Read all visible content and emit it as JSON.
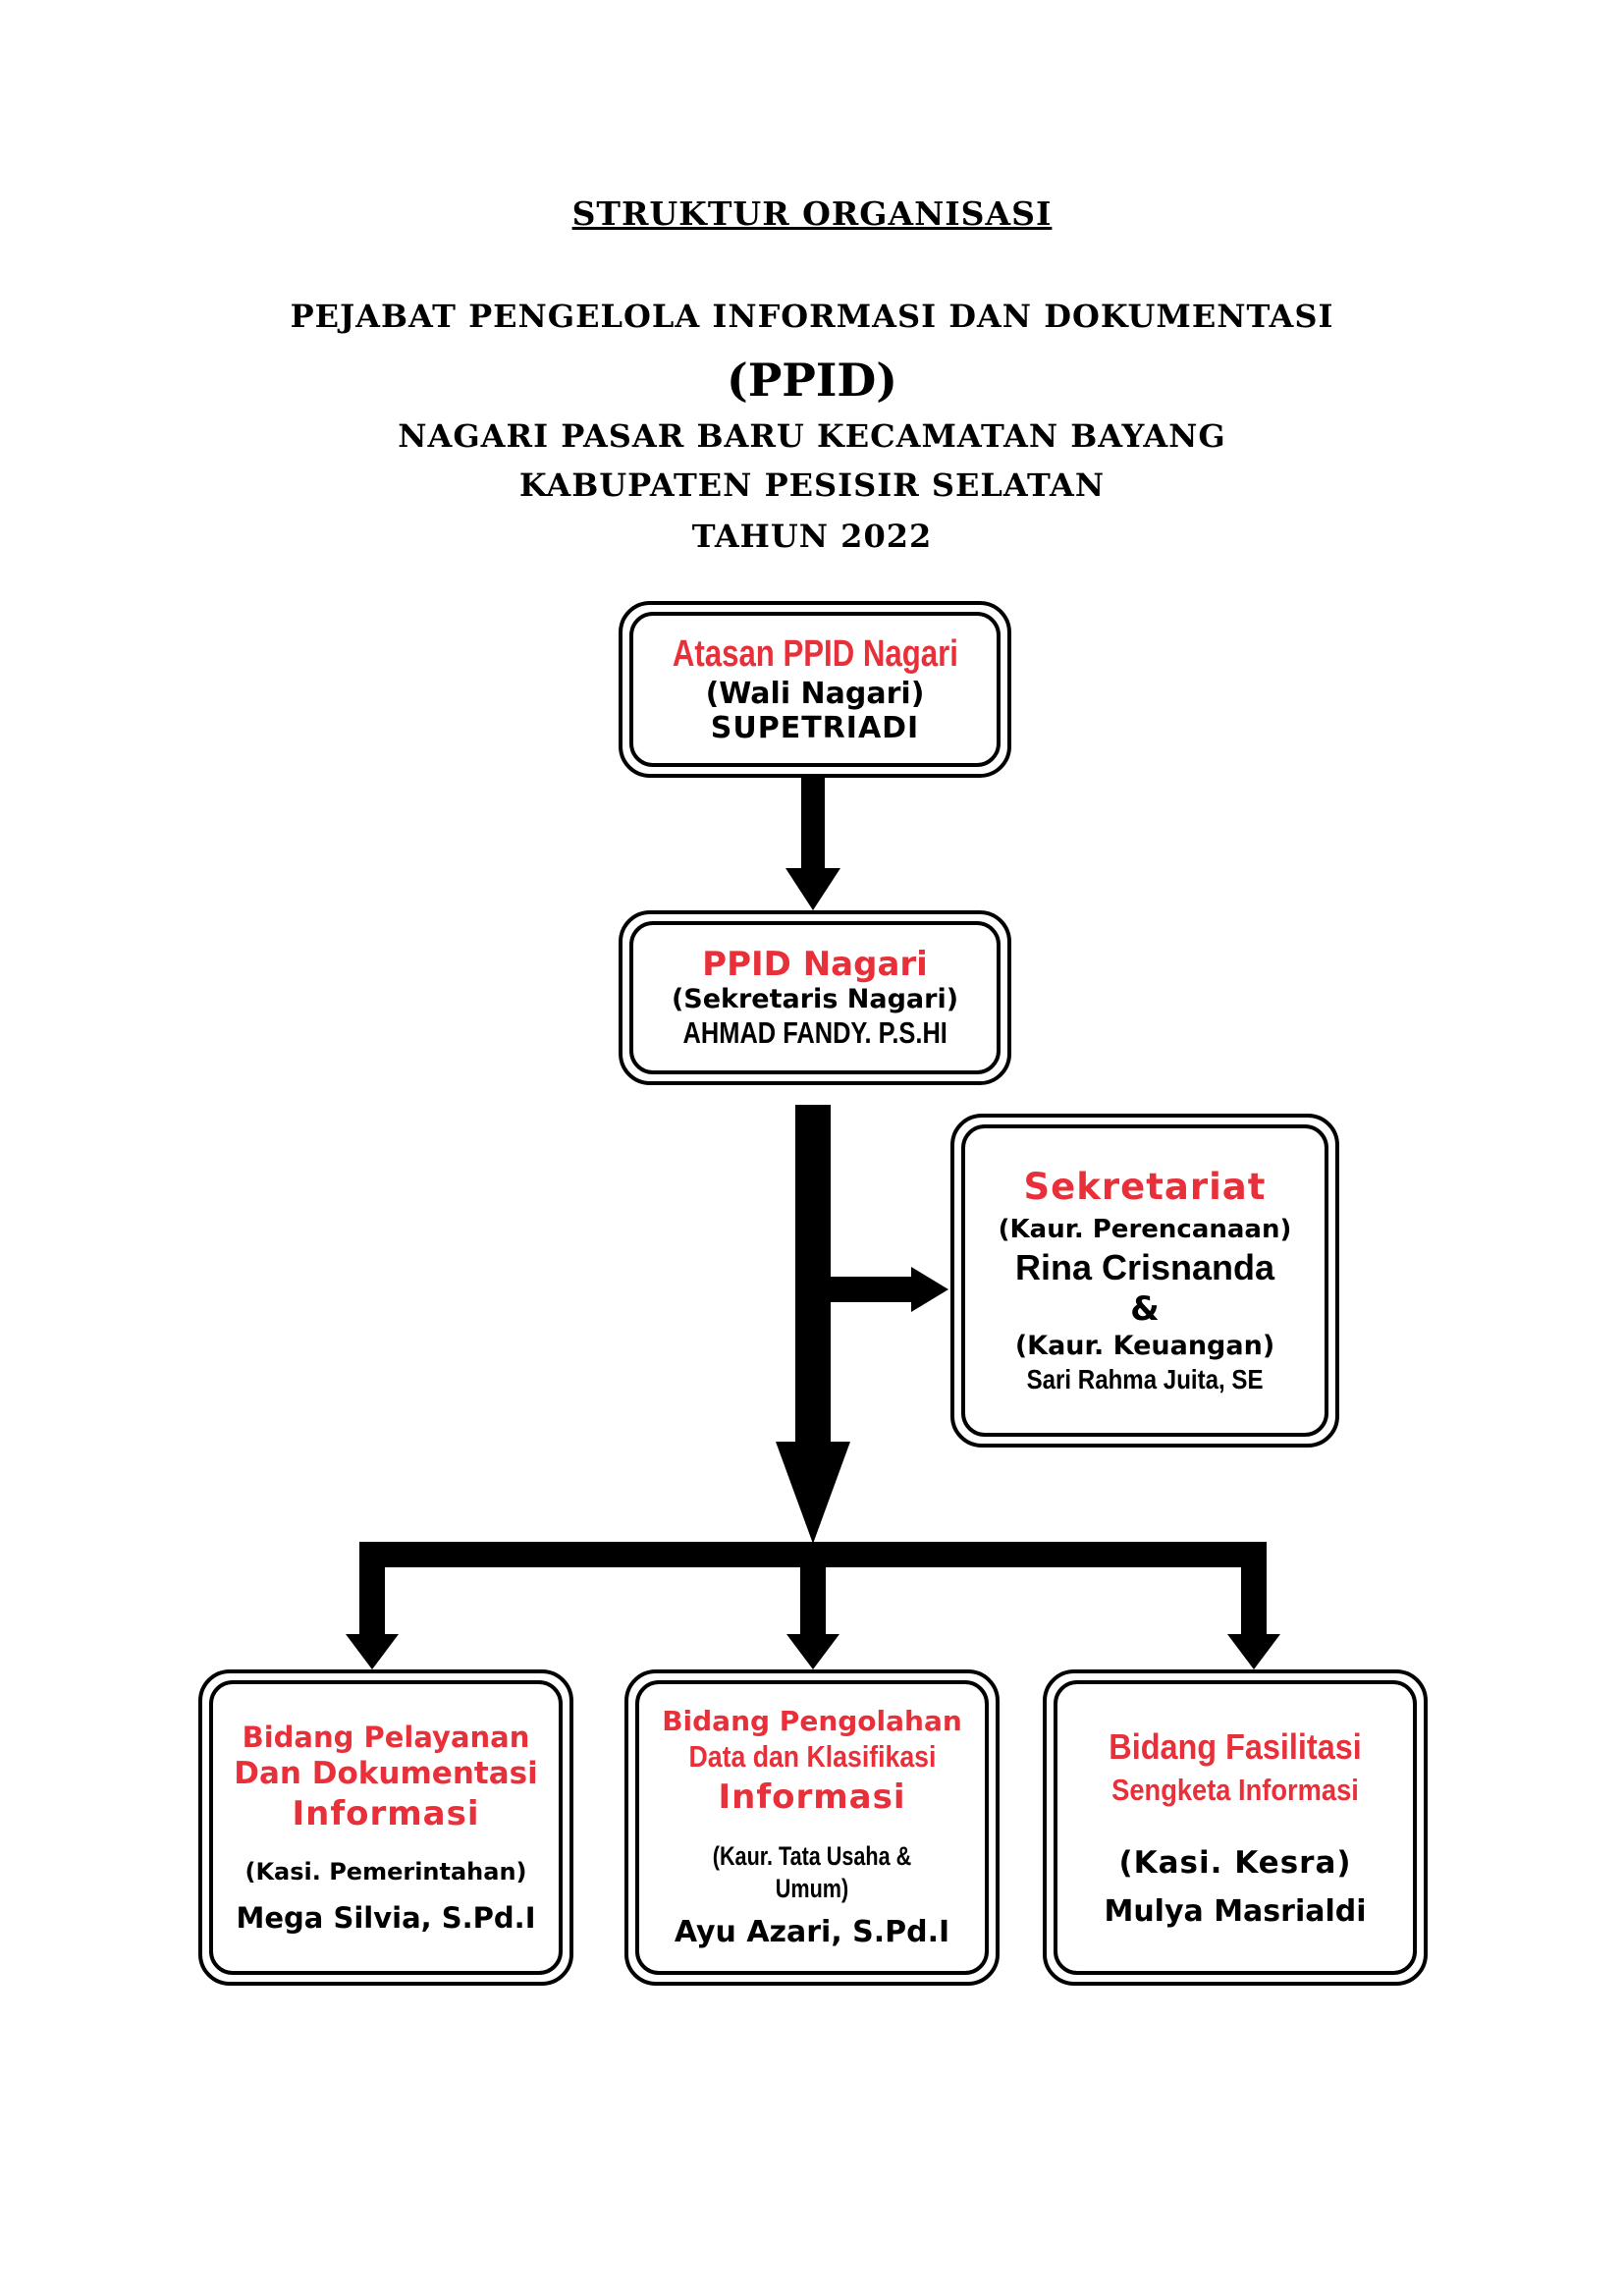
{
  "header": {
    "title": "STRUKTUR ORGANISASI",
    "line1": "PEJABAT PENGELOLA INFORMASI DAN DOKUMENTASI",
    "line2": "(PPID)",
    "line3": "NAGARI PASAR BARU KECAMATAN BAYANG",
    "line4": "KABUPATEN PESISIR SELATAN",
    "line5": "TAHUN 2022"
  },
  "nodes": {
    "atasan": {
      "title": "Atasan PPID Nagari",
      "role": "(Wali Nagari)",
      "name": "SUPETRIADI"
    },
    "ppid": {
      "title": "PPID Nagari",
      "role": "(Sekretaris Nagari)",
      "name": "AHMAD FANDY. P.S.HI"
    },
    "sekretariat": {
      "title": "Sekretariat",
      "role1": "(Kaur. Perencanaan)",
      "name1": "Rina Crisnanda",
      "amp": "&",
      "role2": "(Kaur. Keuangan)",
      "name2": "Sari Rahma Juita, SE"
    },
    "bidang1": {
      "title1": "Bidang Pelayanan",
      "title2": "Dan Dokumentasi",
      "title3": "Informasi",
      "role": "(Kasi. Pemerintahan)",
      "name": "Mega Silvia, S.Pd.I"
    },
    "bidang2": {
      "title1": "Bidang Pengolahan",
      "title2": "Data dan Klasifikasi",
      "title3": "Informasi",
      "role": "(Kaur. Tata Usaha & Umum)",
      "name": "Ayu Azari, S.Pd.I"
    },
    "bidang3": {
      "title1": "Bidang Fasilitasi",
      "title2": "Sengketa Informasi",
      "role": "(Kasi. Kesra)",
      "name": "Mulya Masrialdi"
    }
  },
  "colors": {
    "title_red": "#e8303a",
    "line": "#000000"
  }
}
